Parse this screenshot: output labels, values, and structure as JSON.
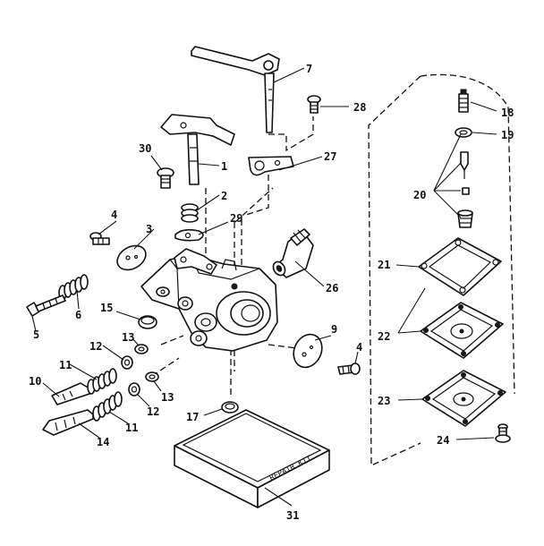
{
  "labels": {
    "p1": "1",
    "p2": "2",
    "p3": "3",
    "p4a": "4",
    "p4b": "4",
    "p5": "5",
    "p6": "6",
    "p7": "7",
    "p9": "9",
    "p10": "10",
    "p11a": "11",
    "p11b": "11",
    "p12a": "12",
    "p12b": "12",
    "p13a": "13",
    "p13b": "13",
    "p14": "14",
    "p15": "15",
    "p17": "17",
    "p18": "18",
    "p19": "19",
    "p20": "20",
    "p21": "21",
    "p22": "22",
    "p23": "23",
    "p24": "24",
    "p26": "26",
    "p27": "27",
    "p28": "28",
    "p29": "29",
    "p30": "30",
    "p31": "31"
  },
  "repair_kit_text": "REPAIR KIT"
}
